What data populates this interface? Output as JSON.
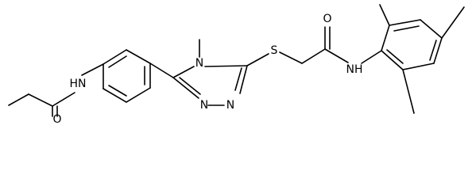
{
  "structure": {
    "atom_labels": {
      "amide_left_nh": "HN",
      "amide_left_o": "O",
      "triazole_n_methyl": "N",
      "methyl_label": "",
      "thioether_s": "S",
      "amide_right_o": "O",
      "amide_right_nh": "NH",
      "triazole_n_bottom_left": "N",
      "triazole_n_bottom_right": "N"
    },
    "colors": {
      "bond": "#000000",
      "label": "#000000",
      "background": "#ffffff"
    }
  }
}
